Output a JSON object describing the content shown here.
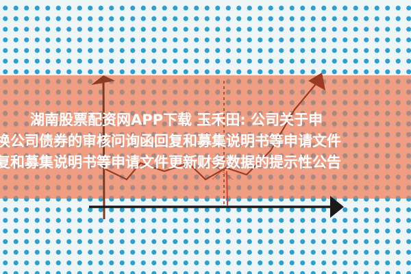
{
  "headline": {
    "line1": "湖南股票配资网APP下载 玉禾田: 公司关于申",
    "line2": "换公司债券的审核问询函回复和募集说明书等申请文件",
    "line3": "复和募集说明书等申请文件更新财务数据的提示性公告"
  },
  "colors": {
    "background": "#eef5f6",
    "dot_blue": "#2e9fcc",
    "band": "#f0967a",
    "band_dot": "#968282",
    "axis": "#1a1a1a",
    "trend_line": "#9b3a22",
    "marker_line": "#d9412b",
    "title_text": "#ffffff"
  },
  "illustration": {
    "type": "hand-drawn line chart sketch",
    "icons": [
      "up-arrow-axis",
      "right-arrow-axis",
      "trend-arrow",
      "dashed-marker"
    ]
  }
}
